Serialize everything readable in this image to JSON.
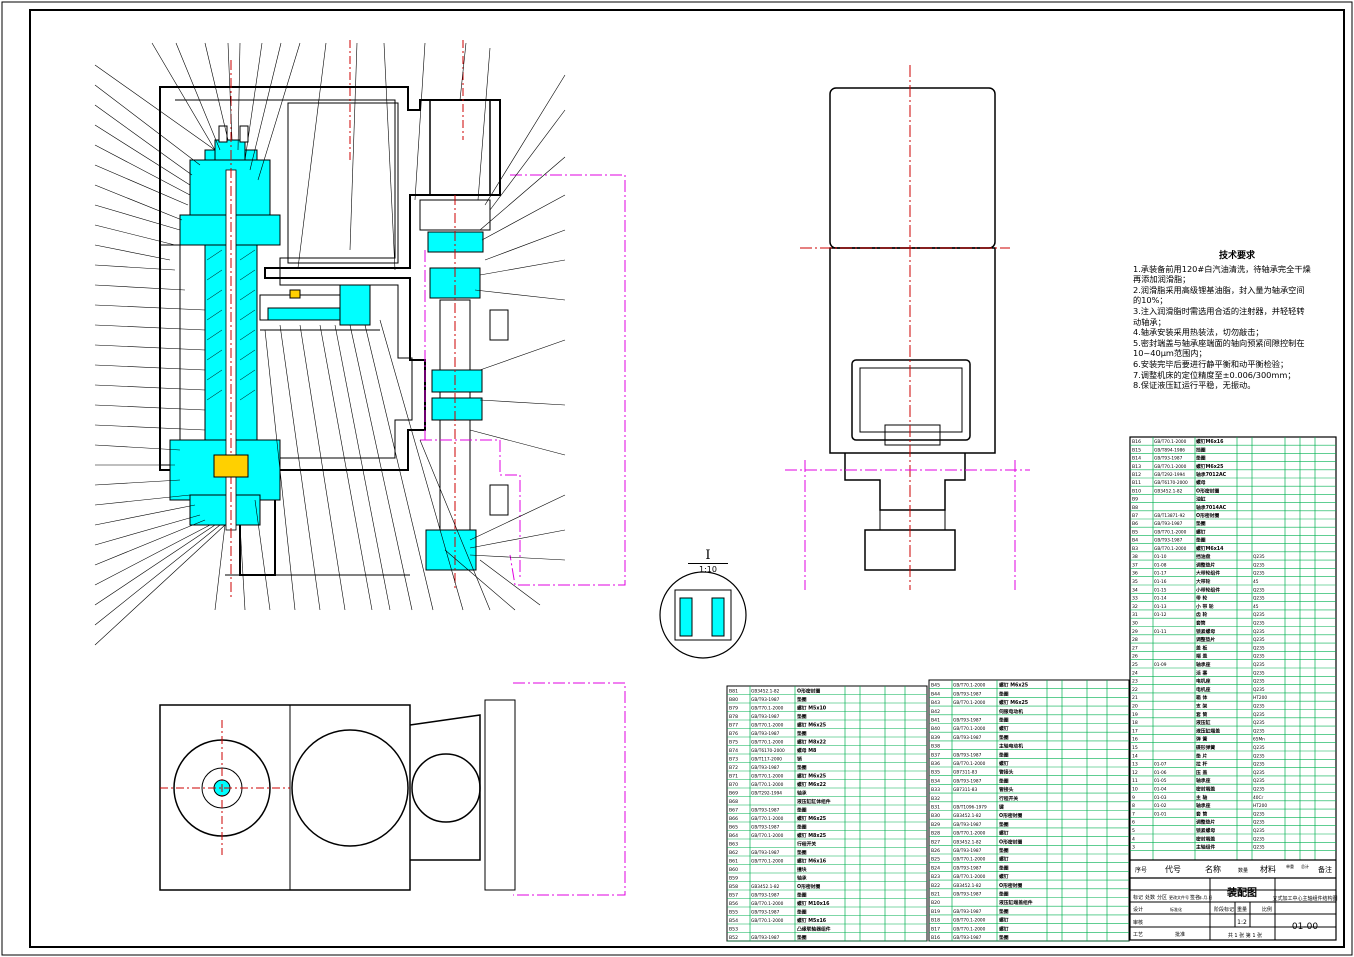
{
  "drawing": {
    "title": "装配图",
    "subtitle": "立式加工中心主轴组件结构图",
    "drawing_number": "01-00",
    "scale": "1:2",
    "sheet_info": "共 1 张 第 1 张"
  },
  "detail_view": {
    "label": "I",
    "scale": "1:10"
  },
  "tech_requirements": {
    "title": "技术要求",
    "items": [
      "1.承装备前用120#白汽油清洗，待轴承完全干燥",
      "再添加润滑脂；",
      "2.润滑脂采用高级锂基油脂，封入量为轴承空间",
      "的10%；",
      "3.注入润滑脂时需选用合适的注射器，并轻轻转",
      "动轴承；",
      "4.轴承安装采用热装法，切勿敲击；",
      "5.密封端盖与轴承座端面的轴向预紧间隙控制在",
      "10~40μm范围内；",
      "6.安装完毕后要进行静平衡和动平衡检验；",
      "7.调整机床的定位精度至±0.006/300mm；",
      "8.保证液压缸运行平稳，无振动。"
    ]
  },
  "bom_header": {
    "seq": "序号",
    "code": "代号",
    "name": "名称",
    "qty": "数量",
    "material": "材料",
    "unit_weight": "单重",
    "total_weight": "总计",
    "note": "备注"
  },
  "title_block": {
    "marks": "标记",
    "count": "处数",
    "zone": "分区",
    "change_doc": "更改文件号",
    "sign": "签名",
    "date": "年.月.日",
    "design": "设计",
    "std": "标准化",
    "stage": "阶段标记",
    "weight": "重量",
    "scale_label": "比例",
    "review": "审核",
    "process": "工艺",
    "approve": "批准"
  },
  "bom_right": [
    {
      "seq": "38",
      "code": "01-10",
      "name": "挡油盘",
      "mat": "Q235"
    },
    {
      "seq": "37",
      "code": "01-08",
      "name": "调整垫片",
      "mat": "Q235"
    },
    {
      "seq": "36",
      "code": "01-17",
      "name": "大带轮组件",
      "mat": "Q235"
    },
    {
      "seq": "35",
      "code": "01-16",
      "name": "大带轮",
      "mat": "45"
    },
    {
      "seq": "34",
      "code": "01-15",
      "name": "小带轮组件",
      "mat": "Q235"
    },
    {
      "seq": "33",
      "code": "01-14",
      "name": "带  轮",
      "mat": "Q235"
    },
    {
      "seq": "32",
      "code": "01-13",
      "name": "小  带  轮",
      "mat": "45"
    },
    {
      "seq": "31",
      "code": "01-12",
      "name": "齿  轮",
      "mat": "Q235"
    },
    {
      "seq": "30",
      "code": "",
      "name": "套筒",
      "mat": "Q235"
    },
    {
      "seq": "29",
      "code": "01-11",
      "name": "锁紧螺母",
      "mat": "Q235"
    },
    {
      "seq": "28",
      "code": "",
      "name": "调整垫片",
      "mat": "Q235"
    },
    {
      "seq": "27",
      "code": "",
      "name": "盖  板",
      "mat": "Q235"
    },
    {
      "seq": "26",
      "code": "",
      "name": "端  盖",
      "mat": "Q235"
    },
    {
      "seq": "25",
      "code": "01-09",
      "name": "轴承座",
      "mat": "Q235"
    },
    {
      "seq": "24",
      "code": "",
      "name": "活  塞",
      "mat": "Q235"
    },
    {
      "seq": "23",
      "code": "",
      "name": "电机座",
      "mat": "Q235"
    },
    {
      "seq": "22",
      "code": "",
      "name": "电机座",
      "mat": "Q235"
    },
    {
      "seq": "21",
      "code": "",
      "name": "箱  体",
      "mat": "HT200"
    },
    {
      "seq": "20",
      "code": "",
      "name": "支  架",
      "mat": "Q235"
    },
    {
      "seq": "19",
      "code": "",
      "name": "套  筒",
      "mat": "Q235"
    },
    {
      "seq": "18",
      "code": "",
      "name": "液压缸",
      "mat": "Q235"
    },
    {
      "seq": "17",
      "code": "",
      "name": "液压缸端盖",
      "mat": "Q235"
    },
    {
      "seq": "16",
      "code": "",
      "name": "弹  簧",
      "mat": "65Mn"
    },
    {
      "seq": "15",
      "code": "",
      "name": "碟形弹簧",
      "mat": "Q235"
    },
    {
      "seq": "14",
      "code": "",
      "name": "垫  片",
      "mat": "Q235"
    },
    {
      "seq": "13",
      "code": "01-07",
      "name": "拉  杆",
      "mat": "Q235"
    },
    {
      "seq": "12",
      "code": "01-06",
      "name": "压  盖",
      "mat": "Q235"
    },
    {
      "seq": "11",
      "code": "01-05",
      "name": "轴承座",
      "mat": "Q235"
    },
    {
      "seq": "10",
      "code": "01-04",
      "name": "密封端盖",
      "mat": "Q235"
    },
    {
      "seq": "9",
      "code": "01-03",
      "name": "主  轴",
      "mat": "40Cr"
    },
    {
      "seq": "8",
      "code": "01-02",
      "name": "轴承座",
      "mat": "HT200"
    },
    {
      "seq": "7",
      "code": "01-01",
      "name": "套  筒",
      "mat": "Q235"
    },
    {
      "seq": "6",
      "code": "",
      "name": "调整垫片",
      "mat": "Q235"
    },
    {
      "seq": "5",
      "code": "",
      "name": "锁紧螺母",
      "mat": "Q235"
    },
    {
      "seq": "4",
      "code": "",
      "name": "密封端盖",
      "mat": "Q235"
    },
    {
      "seq": "3",
      "code": "",
      "name": "主轴组件",
      "mat": "Q235"
    }
  ],
  "bom_right_top": [
    {
      "seq": "B16",
      "code": "GB/T70.1-2000",
      "name": "螺钉M6x16"
    },
    {
      "seq": "B15",
      "code": "GB/T894-1986",
      "name": "挡圈"
    },
    {
      "seq": "B14",
      "code": "GB/T93-1987",
      "name": "垫圈"
    },
    {
      "seq": "B13",
      "code": "GB/T70.1-2000",
      "name": "螺钉M6x25"
    },
    {
      "seq": "B12",
      "code": "GB/T292-1994",
      "name": "轴承7012AC"
    },
    {
      "seq": "B11",
      "code": "GB/T6170-2000",
      "name": "螺母"
    },
    {
      "seq": "B10",
      "code": "GB3452.1-82",
      "name": "O形密封圈"
    },
    {
      "seq": "B9",
      "code": "",
      "name": "油缸"
    },
    {
      "seq": "B8",
      "code": "",
      "name": "轴承7014AC"
    },
    {
      "seq": "B7",
      "code": "GB/T13871-92",
      "name": "O形密封圈"
    },
    {
      "seq": "B6",
      "code": "GB/T93-1987",
      "name": "垫圈"
    },
    {
      "seq": "B5",
      "code": "GB/T70.1-2000",
      "name": "螺钉"
    },
    {
      "seq": "B4",
      "code": "GB/T93-1987",
      "name": "垫圈"
    },
    {
      "seq": "B3",
      "code": "GB/T70.1-2000",
      "name": "螺钉M6x14"
    }
  ],
  "bom_left": [
    {
      "seq": "B81",
      "code": "GB3452.1-82",
      "name": "O形密封圈"
    },
    {
      "seq": "B80",
      "code": "GB/T93-1987",
      "name": "垫圈"
    },
    {
      "seq": "B79",
      "code": "GB/T70.1-2000",
      "name": "螺钉 M5x10"
    },
    {
      "seq": "B78",
      "code": "GB/T93-1987",
      "name": "垫圈"
    },
    {
      "seq": "B77",
      "code": "GB/T70.1-2000",
      "name": "螺钉 M6x25"
    },
    {
      "seq": "B76",
      "code": "GB/T93-1987",
      "name": "垫圈"
    },
    {
      "seq": "B75",
      "code": "GB/T70.1-2000",
      "name": "螺钉 M8x22"
    },
    {
      "seq": "B74",
      "code": "GB/T6170-2000",
      "name": "螺母 M8"
    },
    {
      "seq": "B73",
      "code": "GB/T117-2000",
      "name": "销"
    },
    {
      "seq": "B72",
      "code": "GB/T93-1987",
      "name": "垫圈"
    },
    {
      "seq": "B71",
      "code": "GB/T70.1-2000",
      "name": "螺钉 M6x25"
    },
    {
      "seq": "B70",
      "code": "GB/T70.1-2000",
      "name": "螺钉 M6x22"
    },
    {
      "seq": "B69",
      "code": "GB/T292-1994",
      "name": "轴承"
    },
    {
      "seq": "B68",
      "code": "",
      "name": "液压缸缸体组件"
    },
    {
      "seq": "B67",
      "code": "GB/T93-1987",
      "name": "垫圈"
    },
    {
      "seq": "B66",
      "code": "GB/T70.1-2000",
      "name": "螺钉 M6x25"
    },
    {
      "seq": "B65",
      "code": "GB/T93-1987",
      "name": "垫圈"
    },
    {
      "seq": "B64",
      "code": "GB/T70.1-2000",
      "name": "螺钉 M8x25"
    },
    {
      "seq": "B63",
      "code": "",
      "name": "行程开关"
    },
    {
      "seq": "B62",
      "code": "GB/T93-1987",
      "name": "垫圈"
    },
    {
      "seq": "B61",
      "code": "GB/T70.1-2000",
      "name": "螺钉 M6x16"
    },
    {
      "seq": "B60",
      "code": "",
      "name": "撞块"
    },
    {
      "seq": "B59",
      "code": "",
      "name": "轴承"
    },
    {
      "seq": "B58",
      "code": "GB3452.1-82",
      "name": "O形密封圈"
    },
    {
      "seq": "B57",
      "code": "GB/T93-1987",
      "name": "垫圈"
    },
    {
      "seq": "B56",
      "code": "GB/T70.1-2000",
      "name": "螺钉 M10x16"
    },
    {
      "seq": "B55",
      "code": "GB/T93-1987",
      "name": "垫圈"
    },
    {
      "seq": "B54",
      "code": "GB/T70.1-2000",
      "name": "螺钉 M5x16"
    },
    {
      "seq": "B53",
      "code": "",
      "name": "凸缘联轴器组件"
    },
    {
      "seq": "B52",
      "code": "GB/T93-1987",
      "name": "垫圈"
    }
  ],
  "bom_mid": [
    {
      "seq": "B45",
      "code": "GB/T70.1-2000",
      "name": "螺钉 M6x25"
    },
    {
      "seq": "B44",
      "code": "GB/T93-1987",
      "name": "垫圈"
    },
    {
      "seq": "B43",
      "code": "GB/T70.1-2000",
      "name": "螺钉 M6x25"
    },
    {
      "seq": "B42",
      "code": "",
      "name": "伺服电动机"
    },
    {
      "seq": "B41",
      "code": "GB/T93-1987",
      "name": "垫圈"
    },
    {
      "seq": "B40",
      "code": "GB/T70.1-2000",
      "name": "螺钉"
    },
    {
      "seq": "B39",
      "code": "GB/T93-1987",
      "name": "垫圈"
    },
    {
      "seq": "B38",
      "code": "",
      "name": "主轴电动机"
    },
    {
      "seq": "B37",
      "code": "GB/T93-1987",
      "name": "垫圈"
    },
    {
      "seq": "B36",
      "code": "GB/T70.1-2000",
      "name": "螺钉"
    },
    {
      "seq": "B35",
      "code": "GB7311-83",
      "name": "管接头"
    },
    {
      "seq": "B34",
      "code": "GB/T93-1987",
      "name": "垫圈"
    },
    {
      "seq": "B33",
      "code": "GB7311-83",
      "name": "管接头"
    },
    {
      "seq": "B32",
      "code": "",
      "name": "行程开关"
    },
    {
      "seq": "B31",
      "code": "GB/T1096-1979",
      "name": "键"
    },
    {
      "seq": "B30",
      "code": "GB3452.1-82",
      "name": "O形密封圈"
    },
    {
      "seq": "B29",
      "code": "GB/T93-1987",
      "name": "垫圈"
    },
    {
      "seq": "B28",
      "code": "GB/T70.1-2000",
      "name": "螺钉"
    },
    {
      "seq": "B27",
      "code": "GB3452.1-82",
      "name": "O形密封圈"
    },
    {
      "seq": "B26",
      "code": "GB/T93-1987",
      "name": "垫圈"
    },
    {
      "seq": "B25",
      "code": "GB/T70.1-2000",
      "name": "螺钉"
    },
    {
      "seq": "B24",
      "code": "GB/T93-1987",
      "name": "垫圈"
    },
    {
      "seq": "B23",
      "code": "GB/T70.1-2000",
      "name": "螺钉"
    },
    {
      "seq": "B22",
      "code": "GB3452.1-82",
      "name": "O形密封圈"
    },
    {
      "seq": "B21",
      "code": "GB/T93-1987",
      "name": "垫圈"
    },
    {
      "seq": "B20",
      "code": "",
      "name": "液压缸端盖组件"
    },
    {
      "seq": "B19",
      "code": "GB/T93-1987",
      "name": "垫圈"
    },
    {
      "seq": "B18",
      "code": "GB/T70.1-2000",
      "name": "螺钉"
    },
    {
      "seq": "B17",
      "code": "GB/T70.1-2000",
      "name": "螺钉"
    },
    {
      "seq": "B16",
      "code": "GB/T93-1987",
      "name": "垫圈"
    }
  ],
  "colors": {
    "line": "#000000",
    "center": "#cc0000",
    "phantom": "#e000e0",
    "green": "#00b050",
    "cyan": "#00ffff",
    "yellow": "#ffd000"
  }
}
